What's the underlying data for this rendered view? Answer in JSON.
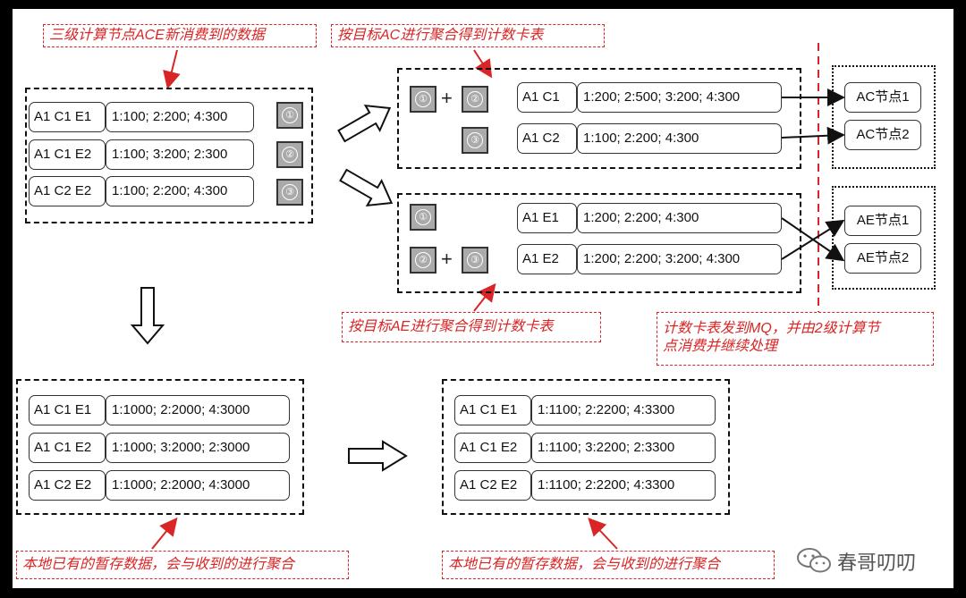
{
  "callouts": {
    "ace_new": "三级计算节点ACE新消费到的数据",
    "ac_agg": "按目标AC进行聚合得到计数卡表",
    "ae_agg": "按目标AE进行聚合得到计数卡表",
    "mq_line1": "计数卡表发到MQ，并由2级计算节",
    "mq_line2": "点消费并继续处理",
    "local_left": "本地已有的暂存数据，会与收到的进行聚合",
    "local_right": "本地已有的暂存数据，会与收到的进行聚合"
  },
  "badges": {
    "one": "①",
    "two": "②",
    "three": "③"
  },
  "plus": "+",
  "ace_rows": [
    {
      "key": "A1 C1 E1",
      "value": "1:100; 2:200; 4:300"
    },
    {
      "key": "A1 C1 E2",
      "value": "1:100; 3:200; 2:300"
    },
    {
      "key": "A1 C2 E2",
      "value": "1:100; 2:200; 4:300"
    }
  ],
  "ac_rows": [
    {
      "key": "A1 C1",
      "value": "1:200; 2:500; 3:200; 4:300"
    },
    {
      "key": "A1 C2",
      "value": "1:100; 2:200; 4:300"
    }
  ],
  "ae_rows": [
    {
      "key": "A1 E1",
      "value": "1:200; 2:200; 4:300"
    },
    {
      "key": "A1 E2",
      "value": "1:200; 2:200; 3:200; 4:300"
    }
  ],
  "ac_nodes": [
    "AC节点1",
    "AC节点2"
  ],
  "ae_nodes": [
    "AE节点1",
    "AE节点2"
  ],
  "local_rows": [
    {
      "key": "A1 C1 E1",
      "value": "1:1000; 2:2000; 4:3000"
    },
    {
      "key": "A1 C1 E2",
      "value": "1:1000; 3:2000; 2:3000"
    },
    {
      "key": "A1 C2 E2",
      "value": "1:1000; 2:2000; 4:3000"
    }
  ],
  "merged_rows": [
    {
      "key": "A1 C1 E1",
      "value": "1:1100; 2:2200; 4:3300"
    },
    {
      "key": "A1 C1 E2",
      "value": "1:1100; 3:2200; 2:3300"
    },
    {
      "key": "A1 C2 E2",
      "value": "1:1100; 2:2200; 4:3300"
    }
  ],
  "watermark": "春哥叨叨",
  "colors": {
    "accent_red": "#d92525",
    "badge_gray": "#aaaaaa"
  }
}
